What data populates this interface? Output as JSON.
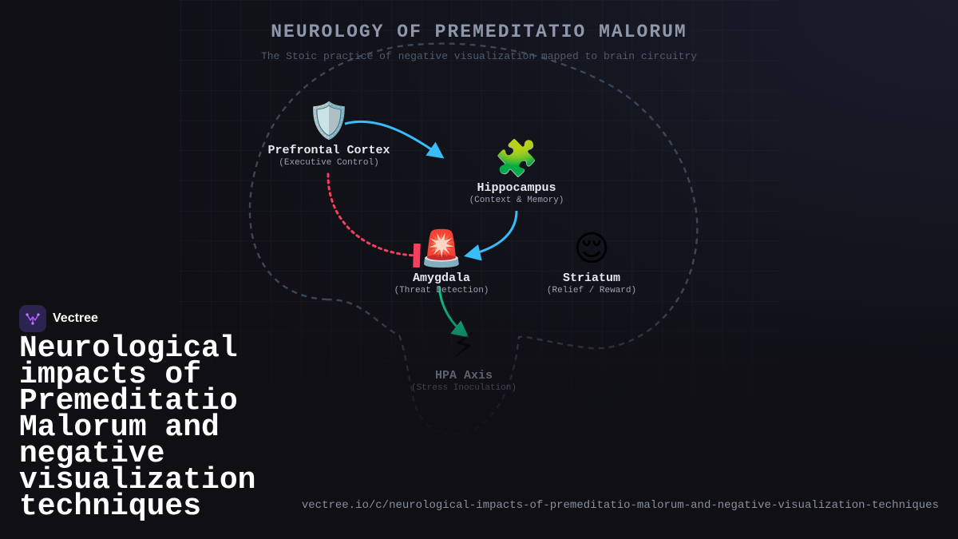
{
  "diagram": {
    "title": "NEUROLOGY OF PREMEDITATIO MALORUM",
    "subtitle": "The Stoic practice of negative visualization mapped to brain circuitry",
    "nodes": {
      "prefrontal": {
        "icon": "🛡️",
        "icon_name": "shield-icon",
        "label": "Prefrontal Cortex",
        "sublabel": "(Executive Control)"
      },
      "hippocampus": {
        "icon": "🧩",
        "icon_name": "puzzle-icon",
        "label": "Hippocampus",
        "sublabel": "(Context & Memory)"
      },
      "amygdala": {
        "icon": "🚨",
        "icon_name": "siren-icon",
        "label": "Amygdala",
        "sublabel": "(Threat Detection)"
      },
      "striatum": {
        "icon": "😌",
        "icon_name": "relieved-face-icon",
        "label": "Striatum",
        "sublabel": "(Relief / Reward)"
      },
      "hpa": {
        "icon": "⚡",
        "icon_name": "lightning-icon",
        "label": "HPA Axis",
        "sublabel": "(Stress Inoculation)"
      }
    },
    "edges": [
      {
        "from": "Prefrontal Cortex",
        "to": "Hippocampus",
        "style": "solid",
        "color": "#38bdf8"
      },
      {
        "from": "Hippocampus",
        "to": "Amygdala",
        "style": "solid",
        "color": "#38bdf8"
      },
      {
        "from": "Prefrontal Cortex",
        "to": "Amygdala",
        "style": "dotted-inhibitory",
        "color": "#f43f5e"
      },
      {
        "from": "Amygdala",
        "to": "HPA Axis",
        "style": "solid",
        "color": "#10b981"
      }
    ],
    "colors": {
      "excitatory": "#38bdf8",
      "inhibitory": "#f43f5e",
      "stress": "#10b981",
      "brain_outline": "#3b4658"
    }
  },
  "brand": {
    "name": "Vectree",
    "logo_icon": "vectree-logo-icon",
    "accent": "#a855f7"
  },
  "headline": "Neurological impacts of Premeditatio Malorum and negative visualization techniques",
  "url": "vectree.io/c/neurological-impacts-of-premeditatio-malorum-and-negative-visualization-techniques"
}
